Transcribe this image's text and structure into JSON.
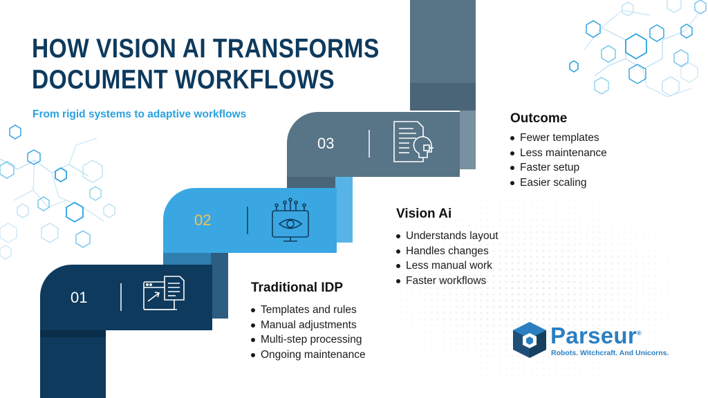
{
  "header": {
    "title_line1": "HOW VISION AI TRANSFORMS",
    "title_line2": "DOCUMENT WORKFLOWS",
    "subtitle": "From rigid systems to adaptive workflows"
  },
  "steps": [
    {
      "number": "01",
      "icon": "document-transfer-icon"
    },
    {
      "number": "02",
      "icon": "eye-monitor-icon"
    },
    {
      "number": "03",
      "icon": "document-tech-icon"
    }
  ],
  "sections": {
    "outcome": {
      "title": "Outcome",
      "items": [
        "Fewer templates",
        "Less maintenance",
        "Faster setup",
        "Easier scaling"
      ]
    },
    "vision_ai": {
      "title": "Vision Ai",
      "items": [
        "Understands layout",
        "Handles changes",
        "Less manual work",
        "Faster workflows"
      ]
    },
    "traditional_idp": {
      "title": "Traditional IDP",
      "items": [
        "Templates and rules",
        "Manual adjustments",
        "Multi-step processing",
        "Ongoing maintenance"
      ]
    }
  },
  "brand": {
    "name": "Parseur",
    "registered": "®",
    "tagline": "Robots. Witchcraft. And Unicorns.",
    "icon": "parseur-cube-icon"
  },
  "colors": {
    "navy": "#0e3a5d",
    "blue": "#3aa7e2",
    "slate": "#587487",
    "gold": "#f4c24c",
    "accent": "#2aa1de",
    "brand": "#2b7fc1"
  }
}
